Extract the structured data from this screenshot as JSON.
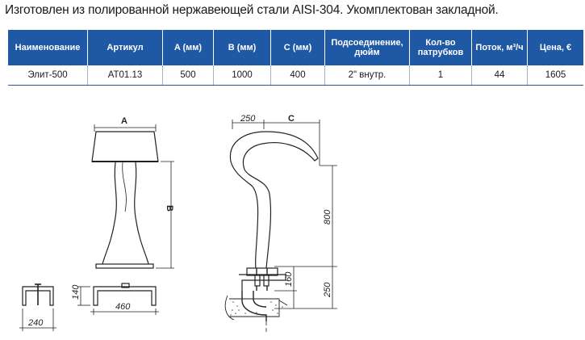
{
  "caption": "Изготовлен из полированной нержавеющей стали AISI-304. Укомплектован закладной.",
  "table": {
    "headers": [
      "Наименование",
      "Артикул",
      "A (мм)",
      "B (мм)",
      "C (мм)",
      "Подсоединение, дюйм",
      "Кол-во патрубков",
      "Поток, м³/ч",
      "Цена, €"
    ],
    "rows": [
      [
        "Элит-500",
        "AT01.13",
        "500",
        "1000",
        "400",
        "2\" внутр.",
        "1",
        "44",
        "1605"
      ]
    ]
  },
  "drawing": {
    "front": {
      "label_a": "A",
      "label_b": "B"
    },
    "base": {
      "dim_height": "140",
      "dim_width": "460",
      "dim_depth": "240"
    },
    "side": {
      "dim_offset": "250",
      "label_c": "C",
      "dim_height": "800",
      "dim_lower": "160",
      "dim_bottom": "250"
    }
  },
  "colors": {
    "table_header_bg": "#1f58a5",
    "table_header_text": "#ffffff",
    "line": "#222222"
  }
}
